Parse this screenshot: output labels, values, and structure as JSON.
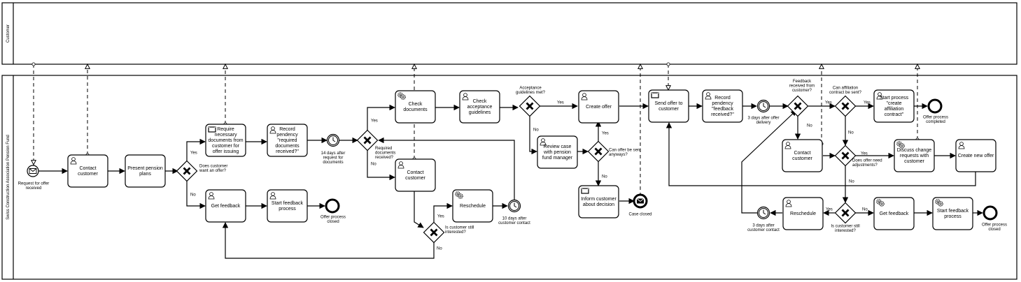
{
  "pools": {
    "customer": "Customer",
    "fund": "Swiss Construction Association Pension Fund"
  },
  "tasks": {
    "contact_customer_1": [
      "Contact",
      "customer"
    ],
    "present_pension_plans": [
      "Present pension",
      "plans"
    ],
    "require_documents": [
      "Require",
      "necessary",
      "documents from",
      "customer for",
      "offer issuing"
    ],
    "record_pendency_docs": [
      "Record",
      "pendency",
      "\"required",
      "documents",
      "received?\""
    ],
    "get_feedback_1": [
      "Get feedback"
    ],
    "start_feedback_1": [
      "Start feedback",
      "process"
    ],
    "check_documents": [
      "Check",
      "documents"
    ],
    "contact_customer_2": [
      "Contact",
      "customer"
    ],
    "reschedule_1": [
      "Reschedule"
    ],
    "check_acceptance": [
      "Check",
      "acceptance",
      "guidelines"
    ],
    "create_offer": [
      "Create offer"
    ],
    "review_case": [
      "Review case",
      "with pension",
      "fund manager"
    ],
    "inform_customer": [
      "Inform customer",
      "about decision"
    ],
    "send_offer": [
      "Send offer to",
      "customer"
    ],
    "record_pendency_feedback": [
      "Record",
      "pendency",
      "\"feedback",
      "received?\""
    ],
    "contact_customer_3": [
      "Contact",
      "customer"
    ],
    "start_process_affiliation": [
      "Start process",
      "\"create",
      "affiliation",
      "contract\""
    ],
    "discuss_change": [
      "Discuss change",
      "requests with",
      "customer"
    ],
    "create_new_offer": [
      "Create new offer"
    ],
    "reschedule_2": [
      "Reschedule"
    ],
    "get_feedback_2": [
      "Get feedback"
    ],
    "start_feedback_2": [
      "Start feedback",
      "process"
    ]
  },
  "events": {
    "start": [
      "Request for offer",
      "received"
    ],
    "offer_closed_1": [
      "Offer process",
      "closed"
    ],
    "timer_14_days": [
      "14 days after",
      "request for",
      "documents"
    ],
    "timer_10_days": [
      "10 days after",
      "customer contact"
    ],
    "case_closed": [
      "Case closed"
    ],
    "timer_3_days_delivery": [
      "3 days after offer",
      "delivery"
    ],
    "offer_completed": [
      "Offer process",
      "completed"
    ],
    "timer_3_days_contact": [
      "3 days after",
      "customer contact"
    ],
    "offer_closed_2": [
      "Offer process",
      "closed"
    ]
  },
  "gateways": {
    "wants_offer": [
      "Does customer",
      "want an offer?"
    ],
    "docs_received": [
      "Required",
      "documents",
      "received?"
    ],
    "still_interested_1": [
      "Is customer still",
      "interested?"
    ],
    "guidelines_met": [
      "Acceptance",
      "guidelines met?"
    ],
    "sent_anyway": [
      "Can offer be sent",
      "anyways?"
    ],
    "feedback_received": [
      "Feedback",
      "received from",
      "customer?"
    ],
    "affiliation": [
      "Can affiliation",
      "contract be sent?"
    ],
    "adjustments": [
      "Does offer need",
      "adjustments?"
    ],
    "still_interested_2": [
      "Is customer still",
      "interested?"
    ]
  },
  "flow_labels": {
    "yes": "Yes",
    "no": "No"
  }
}
